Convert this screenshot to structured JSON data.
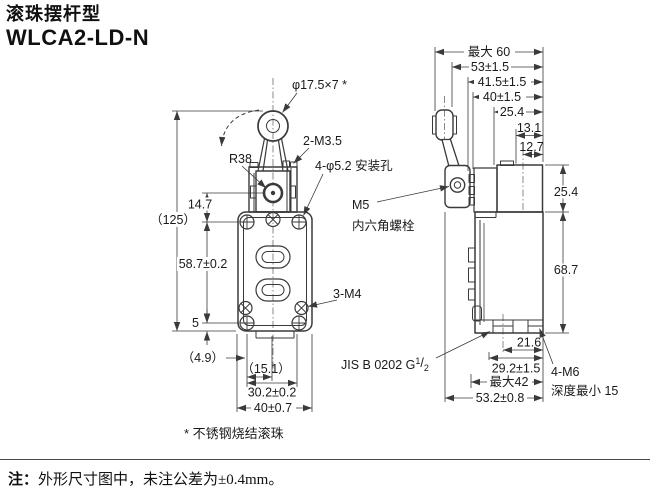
{
  "colors": {
    "ink": "#3a3a3a",
    "text": "#1a1a1a",
    "bg": "#ffffff"
  },
  "title": {
    "type_cn": "滚珠摆杆型",
    "model": "WLCA2-LD-N"
  },
  "front": {
    "roller_spec": "φ17.5×7 *",
    "lever_screws": "2-M3.5",
    "radius": "R38",
    "mounting_holes": "4-φ5.2 安装孔",
    "overall_height": "（125）",
    "pivot_to_hole": "14.7",
    "hole_pitch_v": "58.7±0.2",
    "hole_to_bottom": "5",
    "edge_offset": "（4.9）",
    "hole_to_center": "（15.1）",
    "hole_pitch_h": "30.2±0.2",
    "body_width": "40±0.7",
    "cover_screws": "3-M4",
    "footnote": "* 不锈钢烧结滚珠"
  },
  "side": {
    "max_width": "最大 60",
    "width_53": "53±1.5",
    "width_41_5": "41.5±1.5",
    "width_40": "40±1.5",
    "width_25_4": "25.4",
    "width_13_1": "13.1",
    "width_12_7": "12.7",
    "bolt_line1": "M5",
    "bolt_line2": "内六角螺栓",
    "head_height": "25.4",
    "body_height": "68.7",
    "depth_21_6": "21.6",
    "depth_29_2": "29.2±1.5",
    "depth_max42": "最大42",
    "depth_53_2": "53.2±0.8",
    "conduit_main": "JIS B 0202 G",
    "conduit_sup": "1",
    "conduit_slash": "/",
    "conduit_sub": "2",
    "tap_line1": "4-M6",
    "tap_line2": "深度最小 15"
  },
  "note": {
    "prefix": "注：",
    "body": "外形尺寸图中，未注公差为±0.4mm。"
  }
}
